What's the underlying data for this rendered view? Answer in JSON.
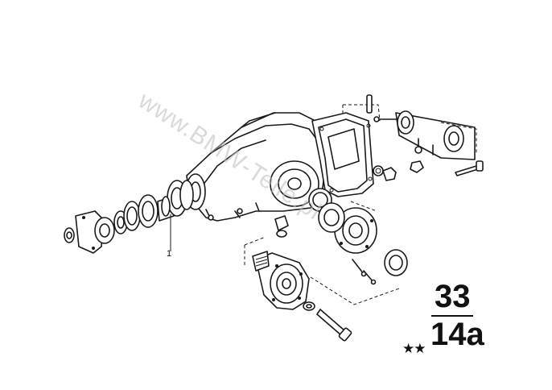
{
  "watermark": "www.BMW-Teile.pl",
  "group_number": "33",
  "subgroup_number": "14a",
  "stars": "★★",
  "callouts": [
    "1"
  ],
  "colors": {
    "ink": "#1a1a1a",
    "watermark": "#bdbdbd",
    "background": "#ffffff"
  }
}
